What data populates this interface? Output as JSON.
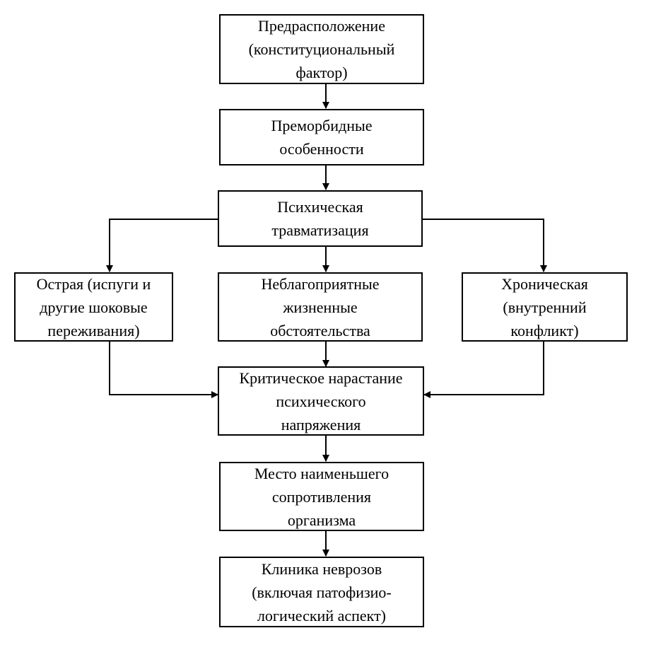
{
  "diagram": {
    "nodes": {
      "predisposition": {
        "lines": [
          "Предрасположение",
          "(конституциональный",
          "фактор)"
        ]
      },
      "premorbid": {
        "lines": [
          "Преморбидные",
          "особенности"
        ]
      },
      "trauma": {
        "lines": [
          "Психическая",
          "травматизация"
        ]
      },
      "acute": {
        "lines": [
          "Острая (испуги и",
          "другие шоковые",
          "переживания)"
        ]
      },
      "unfavorable": {
        "lines": [
          "Неблагоприятные",
          "жизненные",
          "обстоятельства"
        ]
      },
      "chronic": {
        "lines": [
          "Хроническая",
          "(внутренний",
          "конфликт)"
        ]
      },
      "critical": {
        "lines": [
          "Критическое нарастание",
          "психического",
          "напряжения"
        ]
      },
      "least_resistance": {
        "lines": [
          "Место наименьшего",
          "сопротивления",
          "организма"
        ]
      },
      "clinic": {
        "lines": [
          "Клиника неврозов",
          "(включая патофизио-",
          "логический аспект)"
        ]
      }
    }
  }
}
